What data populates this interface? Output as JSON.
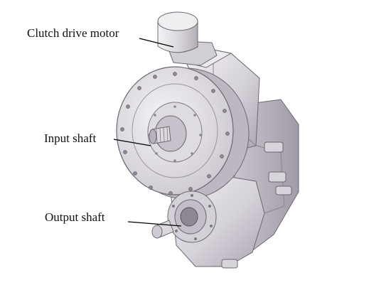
{
  "labels": {
    "clutch_drive_motor": "Clutch drive motor",
    "input_shaft": "Input shaft",
    "output_shaft": "Output shaft"
  },
  "colors": {
    "body_light": "#e6e3e8",
    "body_mid": "#cfcbd3",
    "body_dark": "#a9a3ad",
    "edge": "#6c6870",
    "leader": "#000000"
  }
}
